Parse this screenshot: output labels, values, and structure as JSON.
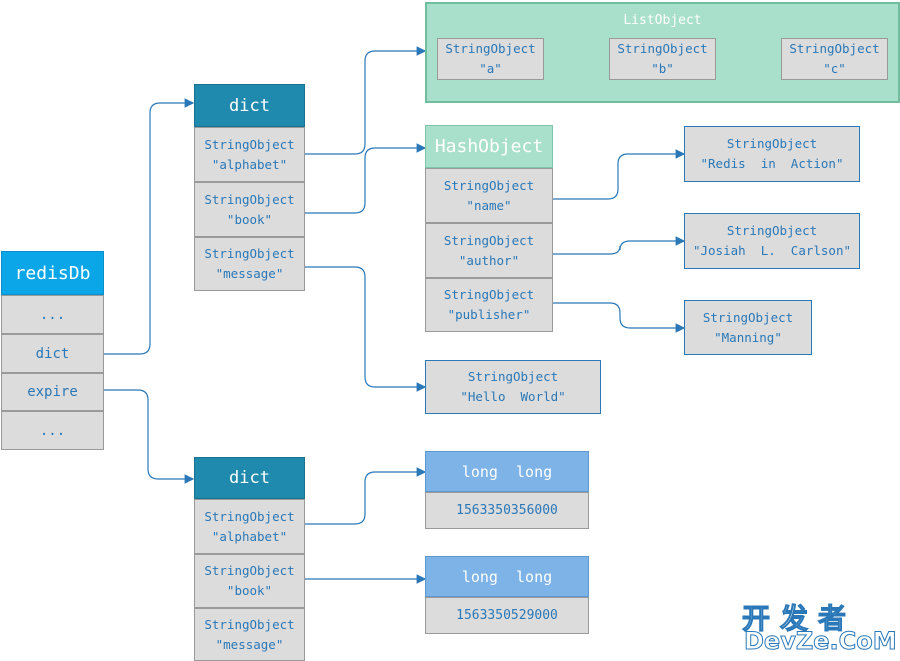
{
  "redisdb": {
    "title": "redisDb",
    "rows": [
      "...",
      "dict",
      "expire",
      "..."
    ]
  },
  "dict_main": {
    "title": "dict",
    "entries": [
      [
        "StringObject",
        "\"alphabet\""
      ],
      [
        "StringObject",
        "\"book\""
      ],
      [
        "StringObject",
        "\"message\""
      ]
    ]
  },
  "dict_expire": {
    "title": "dict",
    "entries": [
      [
        "StringObject",
        "\"alphabet\""
      ],
      [
        "StringObject",
        "\"book\""
      ],
      [
        "StringObject",
        "\"message\""
      ]
    ]
  },
  "list_object": {
    "title": "ListObject",
    "items": [
      [
        "StringObject",
        "\"a\""
      ],
      [
        "StringObject",
        "\"b\""
      ],
      [
        "StringObject",
        "\"c\""
      ]
    ]
  },
  "hash_object": {
    "title": "HashObject",
    "fields": [
      [
        "StringObject",
        "\"name\""
      ],
      [
        "StringObject",
        "\"author\""
      ],
      [
        "StringObject",
        "\"publisher\""
      ]
    ]
  },
  "hash_values": [
    [
      "StringObject",
      "\"Redis  in  Action\""
    ],
    [
      "StringObject",
      "\"Josiah  L.  Carlson\""
    ],
    [
      "StringObject",
      "\"Manning\""
    ]
  ],
  "message_value": [
    "StringObject",
    "\"Hello  World\""
  ],
  "expire_values": [
    {
      "type": "long  long",
      "value": "1563350356000"
    },
    {
      "type": "long  long",
      "value": "1563350529000"
    }
  ],
  "watermark": {
    "line1": "开发者",
    "line2": "DevZe.CoM"
  },
  "colors": {
    "arrow": "#2a78b8",
    "cell_bg": "#dcdcdc",
    "redisdb_header": "#0aa6e8",
    "dict_header": "#1f8aad",
    "teal": "#a9e0cc",
    "long_header": "#7db3e6"
  }
}
